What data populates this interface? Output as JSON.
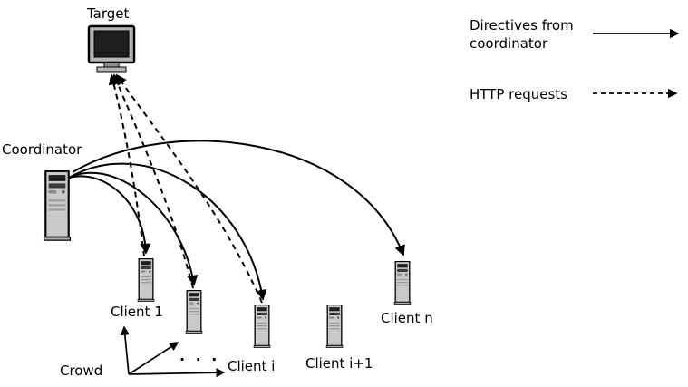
{
  "diagram": {
    "target": {
      "label": "Target"
    },
    "coordinator": {
      "label": "Coordinator"
    },
    "crowd": {
      "label": "Crowd"
    },
    "dots": ". . .",
    "clients": [
      {
        "label": "Client 1"
      },
      {
        "label": "Client i"
      },
      {
        "label": "Client i+1"
      },
      {
        "label": "Client n"
      }
    ],
    "legend": {
      "directives": {
        "line1": "Directives from",
        "line2": "coordinator",
        "style": "solid"
      },
      "http": {
        "label": "HTTP requests",
        "style": "dashed"
      }
    },
    "colors": {
      "stroke": "#000000",
      "background": "#ffffff",
      "icon_body": "#c9c9c9",
      "screen": "#1e1e1e"
    }
  }
}
